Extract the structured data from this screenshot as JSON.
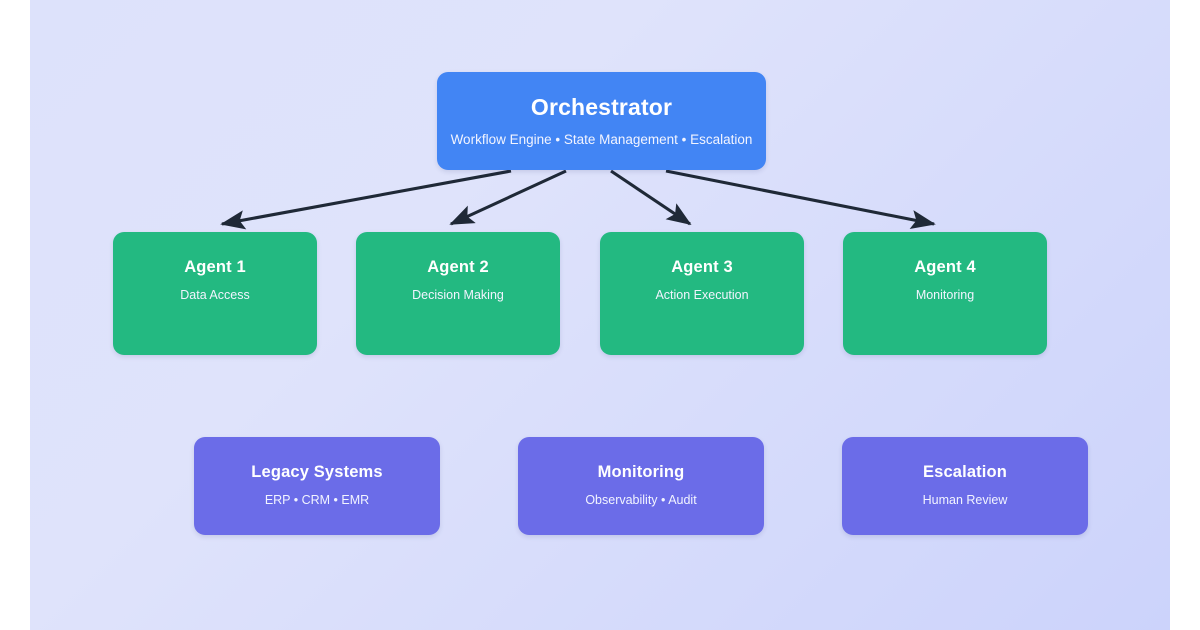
{
  "diagram": {
    "type": "architecture-flow",
    "background": {
      "gradient_from": "#dde2fb",
      "gradient_to": "#ccd3fb"
    },
    "colors": {
      "orchestrator": "#4285f4",
      "agent": "#23b981",
      "support": "#6b6ce8",
      "arrow": "#1f2937",
      "node_title": "#ffffff",
      "node_subtitle": "#f2f4ff"
    },
    "orchestrator": {
      "title": "Orchestrator",
      "subtitle": "Workflow Engine • State Management • Escalation"
    },
    "agents": [
      {
        "title": "Agent 1",
        "subtitle": "Data Access"
      },
      {
        "title": "Agent 2",
        "subtitle": "Decision Making"
      },
      {
        "title": "Agent 3",
        "subtitle": "Action Execution"
      },
      {
        "title": "Agent 4",
        "subtitle": "Monitoring"
      }
    ],
    "support": [
      {
        "title": "Legacy Systems",
        "subtitle": "ERP • CRM • EMR"
      },
      {
        "title": "Monitoring",
        "subtitle": "Observability • Audit"
      },
      {
        "title": "Escalation",
        "subtitle": "Human Review"
      }
    ],
    "connections": [
      {
        "from": "Orchestrator",
        "to": "Agent 1"
      },
      {
        "from": "Orchestrator",
        "to": "Agent 2"
      },
      {
        "from": "Orchestrator",
        "to": "Agent 3"
      },
      {
        "from": "Orchestrator",
        "to": "Agent 4"
      }
    ]
  }
}
